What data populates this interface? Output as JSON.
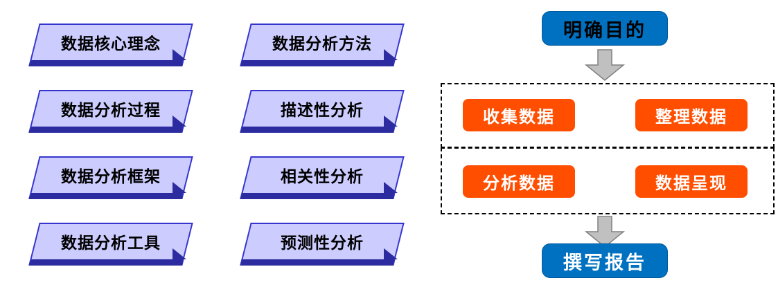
{
  "colors": {
    "lavender_fill": "#CCCCFF",
    "blue_border": "#3535CE",
    "blue_shadow": "#2C2CA0",
    "flow_blue": "#0070C0",
    "flow_orange": "#FF4E00",
    "arrow_gray": "#C0C0C0"
  },
  "topics": {
    "left": [
      "数据核心理念",
      "数据分析过程",
      "数据分析框架",
      "数据分析工具"
    ],
    "right": [
      "数据分析方法",
      "描述性分析",
      "相关性分析",
      "预测性分析"
    ]
  },
  "flowchart": {
    "start": "明确目的",
    "stage1": [
      "收集数据",
      "整理数据"
    ],
    "stage2": [
      "分析数据",
      "数据呈现"
    ],
    "end": "撰写报告"
  }
}
